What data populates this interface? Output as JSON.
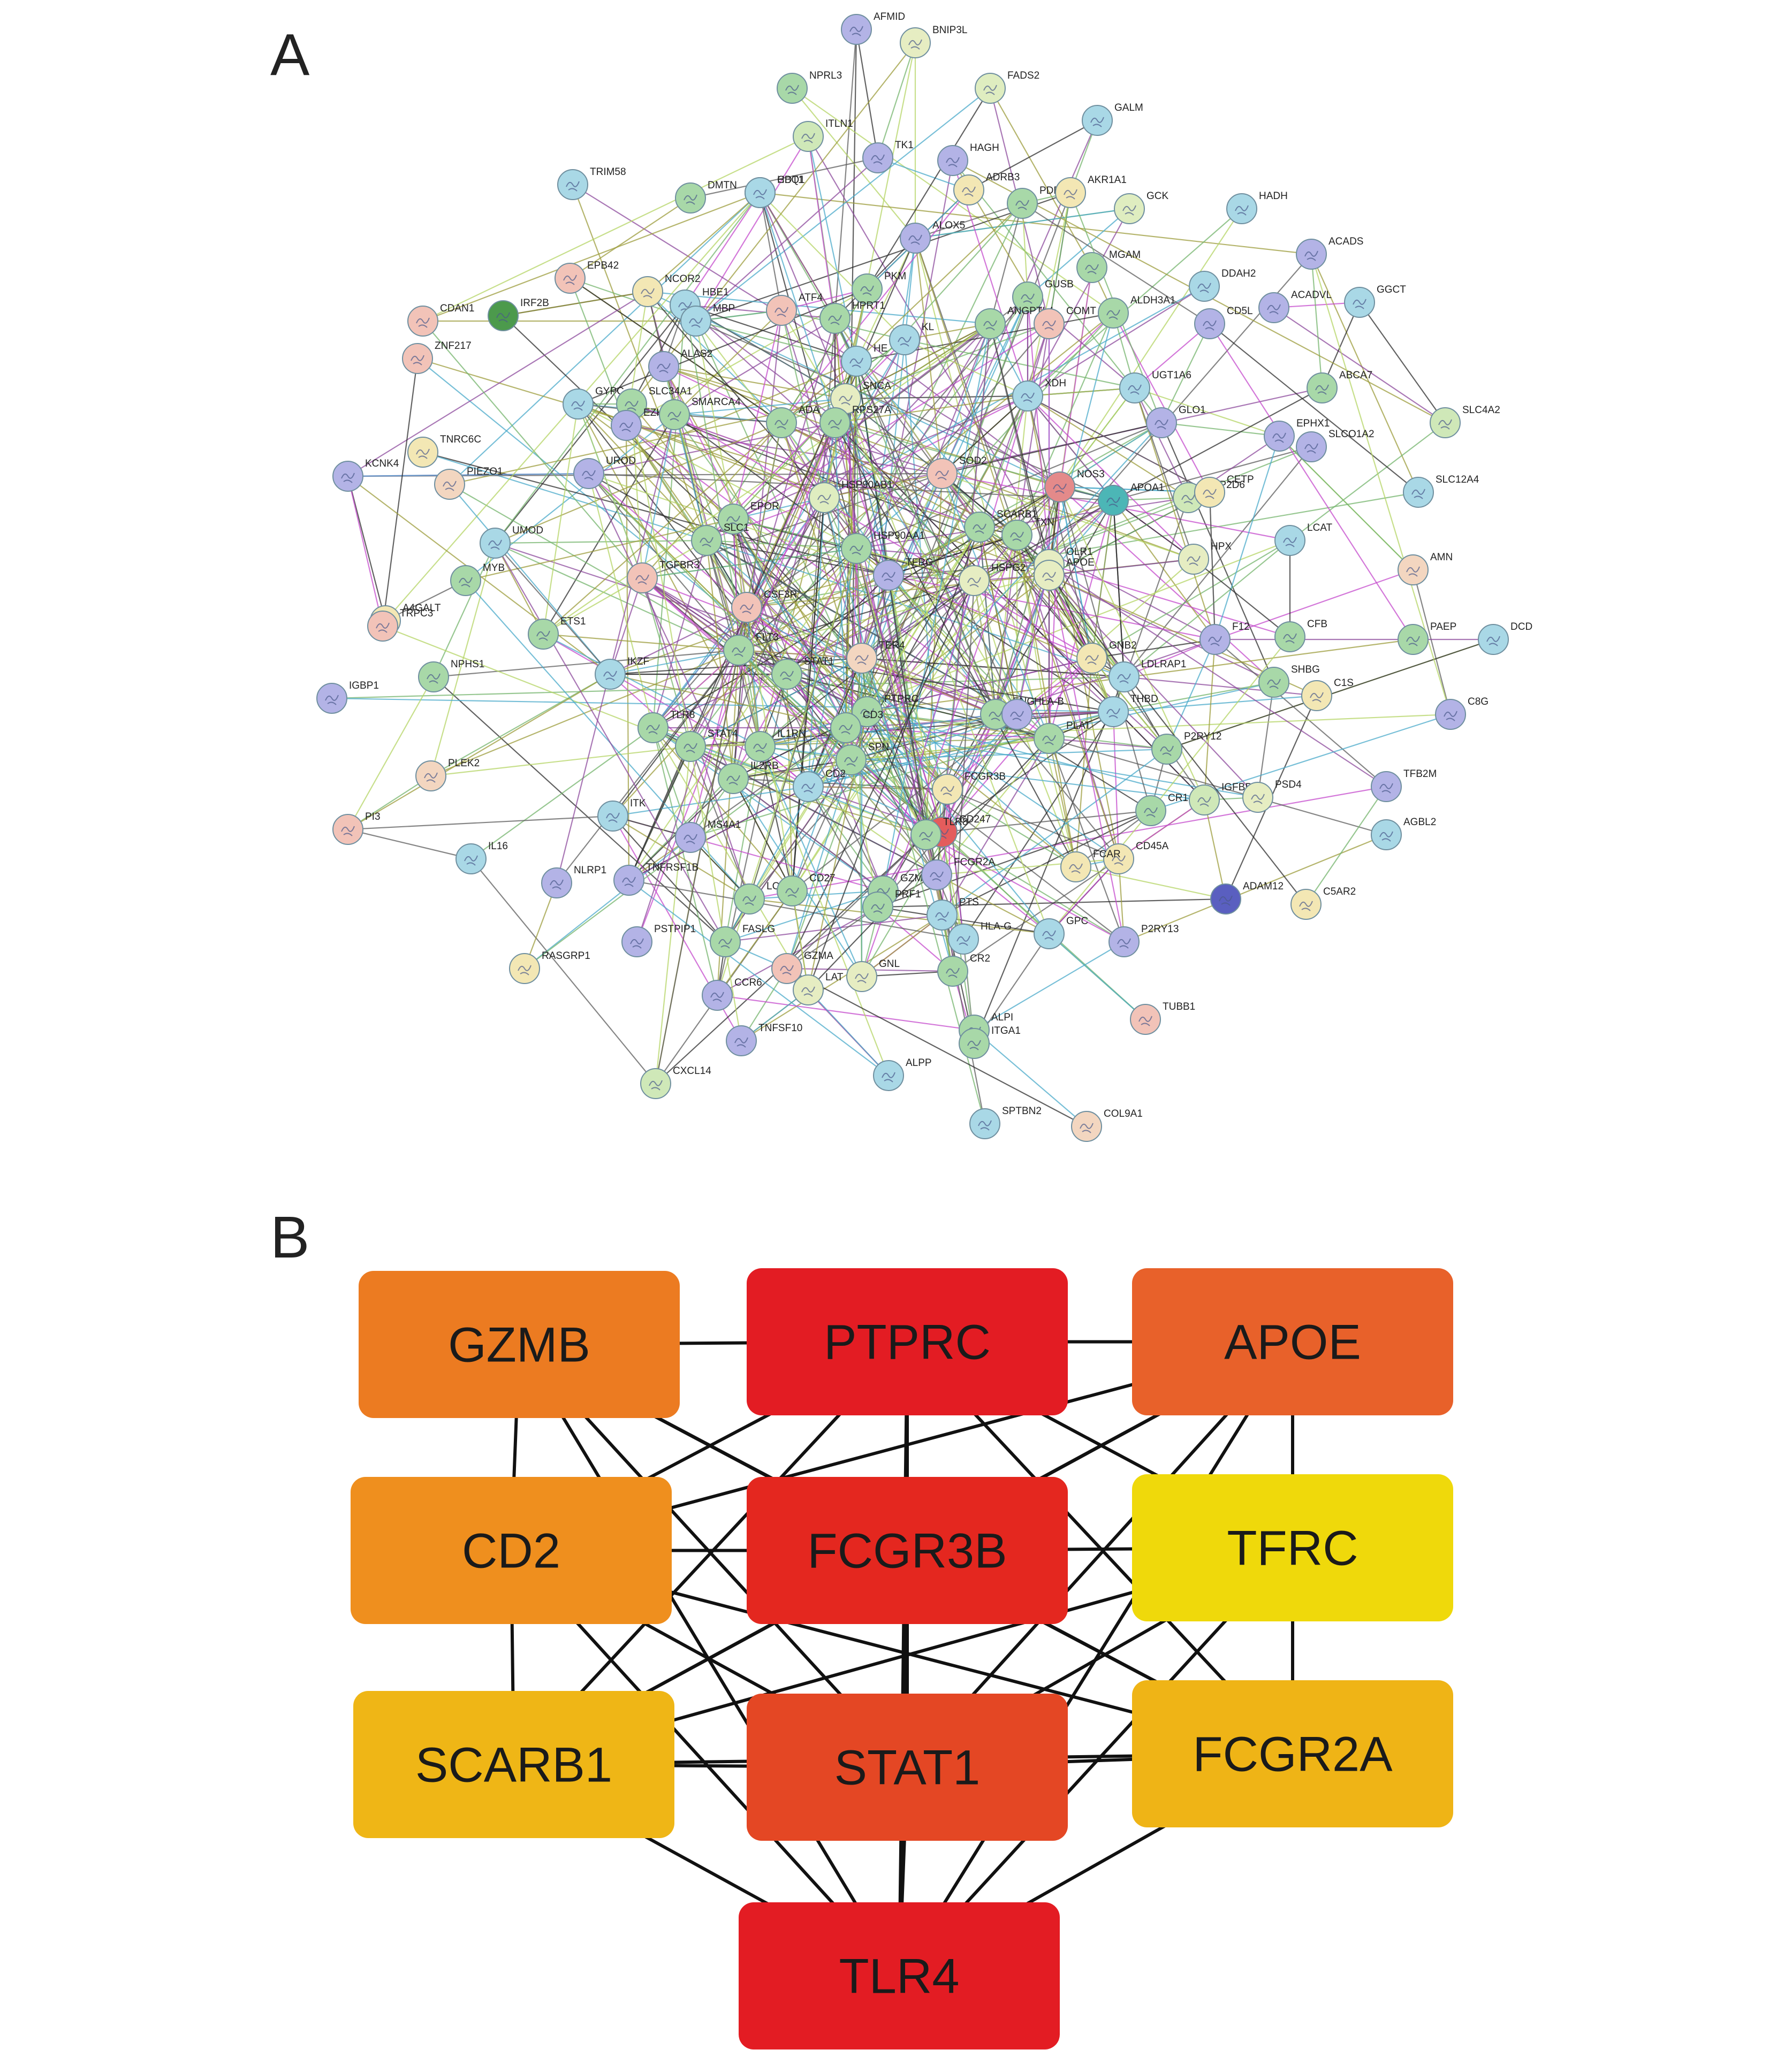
{
  "panel_a": {
    "label": "A",
    "nodes": [
      {
        "name": "AFMID",
        "color": "#b3b3e6"
      },
      {
        "name": "BNIP3L",
        "color": "#e6edc2"
      },
      {
        "name": "NPRL3",
        "color": "#a8d8a8"
      },
      {
        "name": "FADS2",
        "color": "#dfedc0"
      },
      {
        "name": "ITLN1",
        "color": "#cfe8b8"
      },
      {
        "name": "GALM",
        "color": "#a9d8e6"
      },
      {
        "name": "TK1",
        "color": "#b3b3e6"
      },
      {
        "name": "HAGH",
        "color": "#b3b3e6"
      },
      {
        "name": "TRIM58",
        "color": "#a9d8e6"
      },
      {
        "name": "HBQ1",
        "color": "#a9d8e6"
      },
      {
        "name": "CDT1",
        "color": "#a9d8e6"
      },
      {
        "name": "ADRB3",
        "color": "#f3e7b4"
      },
      {
        "name": "PDE5A",
        "color": "#a8d8a8"
      },
      {
        "name": "AKR1A1",
        "color": "#f3e7b4"
      },
      {
        "name": "HADH",
        "color": "#a9d8e6"
      },
      {
        "name": "DMTN",
        "color": "#a8d8a8"
      },
      {
        "name": "GCK",
        "color": "#dfedc0"
      },
      {
        "name": "ALOX5",
        "color": "#b3b3e6"
      },
      {
        "name": "EPB42",
        "color": "#f2c3b8"
      },
      {
        "name": "NCOR2",
        "color": "#f3e7b4"
      },
      {
        "name": "MGAM",
        "color": "#a8d8a8"
      },
      {
        "name": "ACADS",
        "color": "#b3b3e6"
      },
      {
        "name": "PKM",
        "color": "#a8d8a8"
      },
      {
        "name": "DDAH2",
        "color": "#a9d8e6"
      },
      {
        "name": "HBE1",
        "color": "#a9d8e6"
      },
      {
        "name": "GUSB",
        "color": "#a8d8a8"
      },
      {
        "name": "ACADVL",
        "color": "#b3b3e6"
      },
      {
        "name": "GGCT",
        "color": "#a9d8e6"
      },
      {
        "name": "CDAN1",
        "color": "#f2c3b8"
      },
      {
        "name": "IRF2B",
        "color": "#4c9a4c"
      },
      {
        "name": "ATF4",
        "color": "#f2c3b8"
      },
      {
        "name": "MBP",
        "color": "#a9d8e6"
      },
      {
        "name": "HPRT1",
        "color": "#a8d8a8"
      },
      {
        "name": "ANGPTL4",
        "color": "#a8d8a8"
      },
      {
        "name": "COMT",
        "color": "#f2c3b8"
      },
      {
        "name": "ALDH3A1",
        "color": "#a8d8a8"
      },
      {
        "name": "CD5L",
        "color": "#b3b3e6"
      },
      {
        "name": "ZNF217",
        "color": "#f2c3b8"
      },
      {
        "name": "ALAS2",
        "color": "#b3b3e6"
      },
      {
        "name": "HE",
        "color": "#a9d8e6"
      },
      {
        "name": "KL",
        "color": "#a9d8e6"
      },
      {
        "name": "UGT1A6",
        "color": "#a9d8e6"
      },
      {
        "name": "ABCA7",
        "color": "#a8d8a8"
      },
      {
        "name": "SLC4A2",
        "color": "#cfe8b8"
      },
      {
        "name": "GYPC",
        "color": "#a9d8e6"
      },
      {
        "name": "SLC34A1",
        "color": "#a8d8a8"
      },
      {
        "name": "EZH2",
        "color": "#b3b3e6"
      },
      {
        "name": "SMARCA4",
        "color": "#a8d8a8"
      },
      {
        "name": "SNCA",
        "color": "#e6edc2"
      },
      {
        "name": "ADA",
        "color": "#a8d8a8"
      },
      {
        "name": "RPS27A",
        "color": "#a8d8a8"
      },
      {
        "name": "XDH",
        "color": "#a9d8e6"
      },
      {
        "name": "GLO1",
        "color": "#b3b3e6"
      },
      {
        "name": "EPHX1",
        "color": "#b3b3e6"
      },
      {
        "name": "SLCO1A2",
        "color": "#b3b3e6"
      },
      {
        "name": "TNRC6C",
        "color": "#f3e7b4"
      },
      {
        "name": "KCNK4",
        "color": "#b3b3e6"
      },
      {
        "name": "PIEZO1",
        "color": "#f3d6c0"
      },
      {
        "name": "UROD",
        "color": "#b3b3e6"
      },
      {
        "name": "SLC12A4",
        "color": "#a9d8e6"
      },
      {
        "name": "SOD2",
        "color": "#f2c3b8"
      },
      {
        "name": "NOS3",
        "color": "#e48a8a"
      },
      {
        "name": "APOA1",
        "color": "#4cb6b6"
      },
      {
        "name": "CYP2D6",
        "color": "#cfe8b8"
      },
      {
        "name": "CETP",
        "color": "#f3e7b4"
      },
      {
        "name": "HSP90AB1",
        "color": "#dfedc0"
      },
      {
        "name": "EPOR",
        "color": "#a8d8a8"
      },
      {
        "name": "SCARB1",
        "color": "#a8d8a8"
      },
      {
        "name": "TXN",
        "color": "#a8d8a8"
      },
      {
        "name": "OLR1",
        "color": "#e6edc2"
      },
      {
        "name": "APOE",
        "color": "#e6edc2"
      },
      {
        "name": "LCAT",
        "color": "#a9d8e6"
      },
      {
        "name": "UMOD",
        "color": "#a9d8e6"
      },
      {
        "name": "HSP90AA1",
        "color": "#a8d8a8"
      },
      {
        "name": "SLC1",
        "color": "#a8d8a8"
      },
      {
        "name": "HPX",
        "color": "#e6edc2"
      },
      {
        "name": "AMN",
        "color": "#f3d6c0"
      },
      {
        "name": "MYB",
        "color": "#a8d8a8"
      },
      {
        "name": "TGFBR3",
        "color": "#f2c3b8"
      },
      {
        "name": "TFRC",
        "color": "#b3b3e6"
      },
      {
        "name": "HSPG2",
        "color": "#e6edc2"
      },
      {
        "name": "A4GALT",
        "color": "#f3e7b4"
      },
      {
        "name": "TRPC3",
        "color": "#f2c3b8"
      },
      {
        "name": "ETS1",
        "color": "#a8d8a8"
      },
      {
        "name": "CSF3R",
        "color": "#f2c3b8"
      },
      {
        "name": "PAEP",
        "color": "#a8d8a8"
      },
      {
        "name": "DCD",
        "color": "#a9d8e6"
      },
      {
        "name": "FLT3",
        "color": "#a8d8a8"
      },
      {
        "name": "STAT1",
        "color": "#a8d8a8"
      },
      {
        "name": "TER4",
        "color": "#f3d6c0"
      },
      {
        "name": "GNB2",
        "color": "#f3e7b4"
      },
      {
        "name": "F12",
        "color": "#b3b3e6"
      },
      {
        "name": "CFB",
        "color": "#a8d8a8"
      },
      {
        "name": "NPHS1",
        "color": "#a8d8a8"
      },
      {
        "name": "IKZF",
        "color": "#a9d8e6"
      },
      {
        "name": "LDLRAP1",
        "color": "#a9d8e6"
      },
      {
        "name": "IGBP1",
        "color": "#b3b3e6"
      },
      {
        "name": "ENG",
        "color": "#a8d8a8"
      },
      {
        "name": "HLA-B",
        "color": "#b3b3e6"
      },
      {
        "name": "SHBG",
        "color": "#a8d8a8"
      },
      {
        "name": "C1S",
        "color": "#f3e7b4"
      },
      {
        "name": "THBD",
        "color": "#a9d8e6"
      },
      {
        "name": "C8G",
        "color": "#b3b3e6"
      },
      {
        "name": "TLR8",
        "color": "#a8d8a8"
      },
      {
        "name": "PTPRC",
        "color": "#a8d8a8"
      },
      {
        "name": "CD3",
        "color": "#a8d8a8"
      },
      {
        "name": "PLAT",
        "color": "#a8d8a8"
      },
      {
        "name": "STAT4",
        "color": "#a8d8a8"
      },
      {
        "name": "IL1RN",
        "color": "#a8d8a8"
      },
      {
        "name": "SPN",
        "color": "#a8d8a8"
      },
      {
        "name": "P2RY12",
        "color": "#a8d8a8"
      },
      {
        "name": "PLEK2",
        "color": "#f3d6c0"
      },
      {
        "name": "CD2",
        "color": "#a9d8e6"
      },
      {
        "name": "FCGR3B",
        "color": "#f3e7b4"
      },
      {
        "name": "IGFBP3",
        "color": "#cfe8b8"
      },
      {
        "name": "PSD4",
        "color": "#e6edc2"
      },
      {
        "name": "TFB2M",
        "color": "#b3b3e6"
      },
      {
        "name": "IL2RB",
        "color": "#a8d8a8"
      },
      {
        "name": "CR1",
        "color": "#a8d8a8"
      },
      {
        "name": "PI3",
        "color": "#f2c3b8"
      },
      {
        "name": "ITK",
        "color": "#a9d8e6"
      },
      {
        "name": "CD247",
        "color": "#e45c5c"
      },
      {
        "name": "TLR8",
        "color": "#a8d8a8"
      },
      {
        "name": "MS4A1",
        "color": "#b3b3e6"
      },
      {
        "name": "CD45A",
        "color": "#f3e7b4"
      },
      {
        "name": "AGBL2",
        "color": "#a9d8e6"
      },
      {
        "name": "IL16",
        "color": "#a9d8e6"
      },
      {
        "name": "NLRP1",
        "color": "#b3b3e6"
      },
      {
        "name": "LCP2",
        "color": "#a8d8a8"
      },
      {
        "name": "CD27",
        "color": "#a8d8a8"
      },
      {
        "name": "GZMB",
        "color": "#a8d8a8"
      },
      {
        "name": "FCGR2A",
        "color": "#b3b3e6"
      },
      {
        "name": "FCAR",
        "color": "#f3e7b4"
      },
      {
        "name": "C5AR2",
        "color": "#f3e7b4"
      },
      {
        "name": "ADAM12",
        "color": "#5a5fc0"
      },
      {
        "name": "TNFRSF1B",
        "color": "#b3b3e6"
      },
      {
        "name": "PRF1",
        "color": "#a8d8a8"
      },
      {
        "name": "PTS",
        "color": "#a9d8e6"
      },
      {
        "name": "RASGRP1",
        "color": "#f3e7b4"
      },
      {
        "name": "PSTPIP1",
        "color": "#b3b3e6"
      },
      {
        "name": "GPC",
        "color": "#a9d8e6"
      },
      {
        "name": "P2RY13",
        "color": "#b3b3e6"
      },
      {
        "name": "HLA-G",
        "color": "#a9d8e6"
      },
      {
        "name": "FASLG",
        "color": "#a8d8a8"
      },
      {
        "name": "GZMA",
        "color": "#f2c3b8"
      },
      {
        "name": "GNL",
        "color": "#e6edc2"
      },
      {
        "name": "CR2",
        "color": "#a8d8a8"
      },
      {
        "name": "CCR6",
        "color": "#b3b3e6"
      },
      {
        "name": "LAT",
        "color": "#e6edc2"
      },
      {
        "name": "TUBB1",
        "color": "#f2c3b8"
      },
      {
        "name": "ALPI",
        "color": "#a8d8a8"
      },
      {
        "name": "ITGA1",
        "color": "#a8d8a8"
      },
      {
        "name": "TNFSF10",
        "color": "#b3b3e6"
      },
      {
        "name": "CXCL14",
        "color": "#cfe8b8"
      },
      {
        "name": "ALPP",
        "color": "#a9d8e6"
      },
      {
        "name": "SPTBN2",
        "color": "#a9d8e6"
      },
      {
        "name": "COL9A1",
        "color": "#f3d6c0"
      }
    ],
    "edge_colors": [
      "#9c9c3c",
      "#5c5c5c",
      "#b4d464",
      "#4aa9c9",
      "#c44acc",
      "#8c4a9c",
      "#74b46c",
      "#2c2c2c"
    ]
  },
  "panel_b": {
    "label": "B",
    "nodes": [
      {
        "name": "GZMB",
        "color": "#ec7b21"
      },
      {
        "name": "PTPRC",
        "color": "#e31c23"
      },
      {
        "name": "APOE",
        "color": "#e8612a"
      },
      {
        "name": "CD2",
        "color": "#ef8f1e"
      },
      {
        "name": "FCGR3B",
        "color": "#e4271f"
      },
      {
        "name": "TFRC",
        "color": "#efd90b"
      },
      {
        "name": "SCARB1",
        "color": "#efb616"
      },
      {
        "name": "STAT1",
        "color": "#e44724"
      },
      {
        "name": "FCGR2A",
        "color": "#efb416"
      },
      {
        "name": "TLR4",
        "color": "#e31c23"
      }
    ],
    "edges": [
      [
        "GZMB",
        "PTPRC"
      ],
      [
        "PTPRC",
        "APOE"
      ],
      [
        "GZMB",
        "CD2"
      ],
      [
        "GZMB",
        "FCGR3B"
      ],
      [
        "GZMB",
        "STAT1"
      ],
      [
        "GZMB",
        "TLR4"
      ],
      [
        "PTPRC",
        "CD2"
      ],
      [
        "PTPRC",
        "FCGR3B"
      ],
      [
        "PTPRC",
        "TFRC"
      ],
      [
        "PTPRC",
        "SCARB1"
      ],
      [
        "PTPRC",
        "STAT1"
      ],
      [
        "PTPRC",
        "FCGR2A"
      ],
      [
        "PTPRC",
        "TLR4"
      ],
      [
        "APOE",
        "TFRC"
      ],
      [
        "APOE",
        "FCGR3B"
      ],
      [
        "APOE",
        "SCARB1"
      ],
      [
        "APOE",
        "STAT1"
      ],
      [
        "APOE",
        "TLR4"
      ],
      [
        "APOE",
        "CD2"
      ],
      [
        "CD2",
        "FCGR3B"
      ],
      [
        "CD2",
        "SCARB1"
      ],
      [
        "CD2",
        "STAT1"
      ],
      [
        "CD2",
        "TLR4"
      ],
      [
        "CD2",
        "FCGR2A"
      ],
      [
        "FCGR3B",
        "TFRC"
      ],
      [
        "FCGR3B",
        "SCARB1"
      ],
      [
        "FCGR3B",
        "STAT1"
      ],
      [
        "FCGR3B",
        "FCGR2A"
      ],
      [
        "FCGR3B",
        "TLR4"
      ],
      [
        "TFRC",
        "SCARB1"
      ],
      [
        "TFRC",
        "STAT1"
      ],
      [
        "TFRC",
        "FCGR2A"
      ],
      [
        "TFRC",
        "TLR4"
      ],
      [
        "SCARB1",
        "STAT1"
      ],
      [
        "SCARB1",
        "TLR4"
      ],
      [
        "STAT1",
        "FCGR2A"
      ],
      [
        "STAT1",
        "TLR4"
      ],
      [
        "FCGR2A",
        "TLR4"
      ],
      [
        "SCARB1",
        "FCGR2A"
      ],
      [
        "GZMB",
        "FCGR2A"
      ],
      [
        "APOE",
        "FCGR2A"
      ]
    ]
  }
}
